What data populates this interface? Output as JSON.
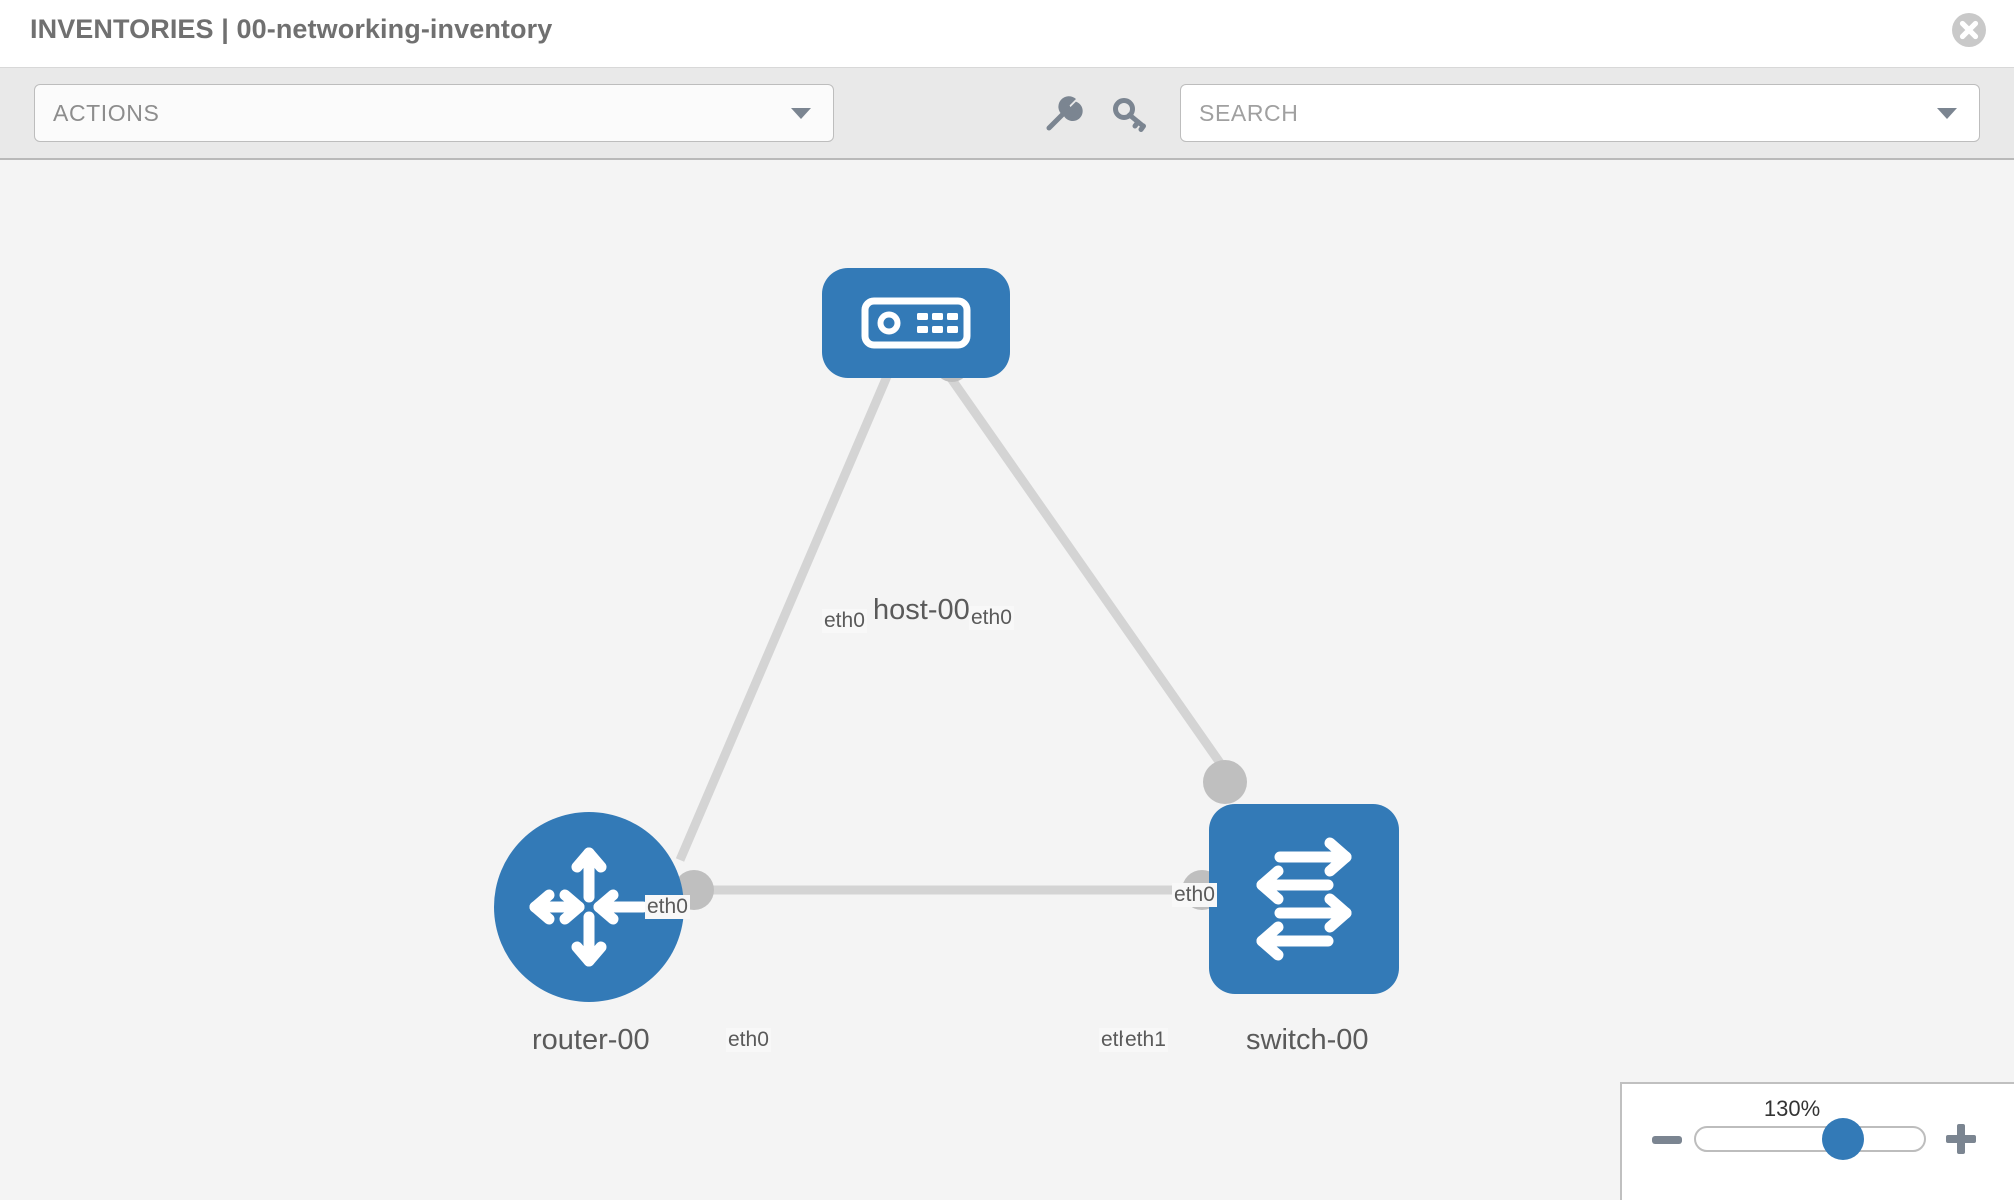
{
  "header": {
    "title": "INVENTORIES | 00-networking-inventory",
    "close_icon": "close-circle-icon"
  },
  "toolbar": {
    "actions_label": "ACTIONS",
    "actions_caret": "chevron-down-icon",
    "wrench_icon": "wrench-icon",
    "key_icon": "key-icon",
    "search_placeholder": "SEARCH",
    "search_caret": "chevron-down-icon"
  },
  "topology": {
    "nodes": [
      {
        "id": "host-00",
        "label": "host-00",
        "type": "host",
        "icon": "server-icon"
      },
      {
        "id": "router-00",
        "label": "router-00",
        "type": "router",
        "icon": "router-arrows-icon"
      },
      {
        "id": "switch-00",
        "label": "switch-00",
        "type": "switch",
        "icon": "switch-arrows-icon"
      }
    ],
    "links": [
      {
        "from": "host-00",
        "from_if": "eth0",
        "to": "router-00",
        "to_if": "eth0"
      },
      {
        "from": "host-00",
        "from_if": "eth0",
        "to": "switch-00",
        "to_if": "eth0"
      },
      {
        "from": "router-00",
        "from_if": "eth0",
        "to": "switch-00",
        "to_if": "eth1"
      }
    ],
    "interface_labels": {
      "host_left": "eth0",
      "host_right": "eth0",
      "router_diag": "eth0",
      "switch_diag": "eth0",
      "router_eth0": "eth0",
      "switch_eth0": "eth0",
      "switch_eth1": "eth1"
    }
  },
  "zoom_control": {
    "level": "130%",
    "minus_label": "minus-icon",
    "plus_label": "plus-icon",
    "slider_percent": 60
  },
  "colors": {
    "node_blue": "#337ab7",
    "canvas_bg": "#f4f4f4",
    "toolbar_bg": "#e9e9e9",
    "link_gray": "#d4d4d4",
    "text_gray": "#5a5a5a"
  }
}
